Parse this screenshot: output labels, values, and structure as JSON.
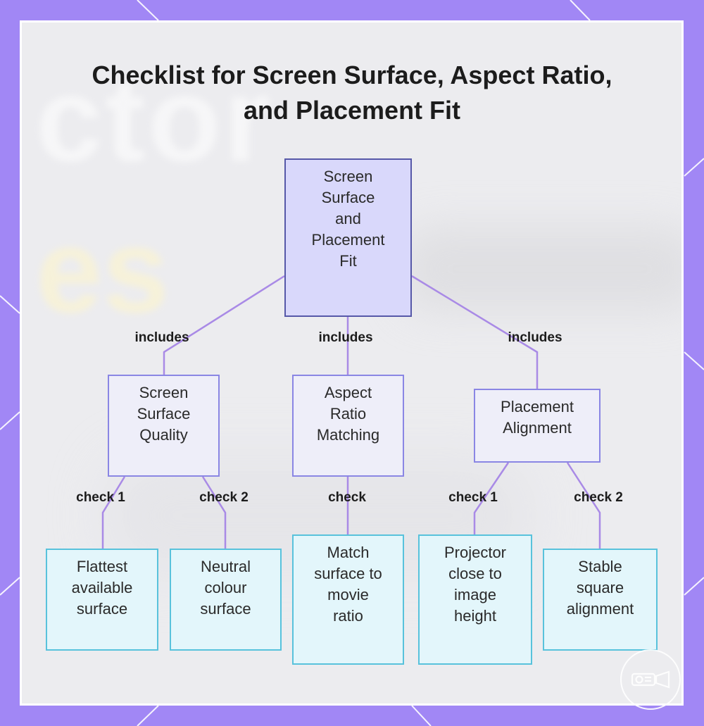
{
  "title": "Checklist for Screen Surface, Aspect Ratio, and Placement Fit",
  "colors": {
    "frame": "#a187f5",
    "root_fill": "#d9d8fb",
    "root_border": "#5658a8",
    "mid_fill": "#eeeef9",
    "mid_border": "#8a86e4",
    "leaf_fill": "#e3f6fb",
    "leaf_border": "#58c2dc",
    "connector": "#a98ae6"
  },
  "background_watermark": {
    "line1": "ctor",
    "line2": "es"
  },
  "nodes": {
    "root": {
      "lines": [
        "Screen",
        "Surface",
        "and",
        "Placement",
        "Fit"
      ]
    },
    "surface_quality": {
      "lines": [
        "Screen",
        "Surface",
        "Quality"
      ]
    },
    "aspect_ratio": {
      "lines": [
        "Aspect",
        "Ratio",
        "Matching"
      ]
    },
    "placement_alignment": {
      "lines": [
        "Placement",
        "Alignment"
      ]
    },
    "flattest_surface": {
      "lines": [
        "Flattest",
        "available",
        "surface"
      ]
    },
    "neutral_surface": {
      "lines": [
        "Neutral",
        "colour",
        "surface"
      ]
    },
    "match_ratio": {
      "lines": [
        "Match",
        "surface to",
        "movie",
        "ratio"
      ]
    },
    "projector_height": {
      "lines": [
        "Projector",
        "close to",
        "image",
        "height"
      ]
    },
    "square_alignment": {
      "lines": [
        "Stable",
        "square",
        "alignment"
      ]
    }
  },
  "edge_labels": {
    "includes_1": "includes",
    "includes_2": "includes",
    "includes_3": "includes",
    "check1_a": "check 1",
    "check2_a": "check 2",
    "check_b": "check",
    "check1_c": "check 1",
    "check2_c": "check 2"
  },
  "logo_icon": "projector-icon"
}
